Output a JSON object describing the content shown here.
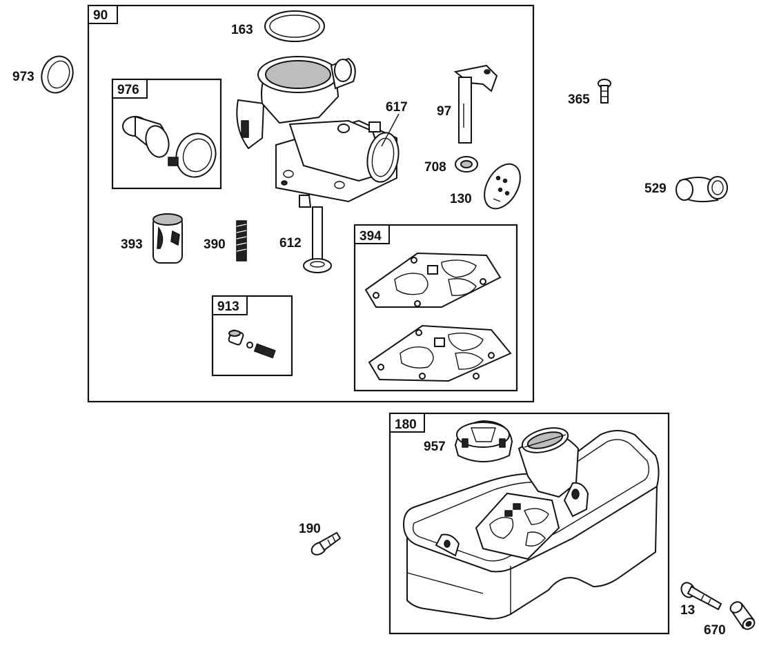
{
  "labels": {
    "p90": "90",
    "p163": "163",
    "p973": "973",
    "p976": "976",
    "p617": "617",
    "p97": "97",
    "p365": "365",
    "p708": "708",
    "p130": "130",
    "p529": "529",
    "p393": "393",
    "p390": "390",
    "p612": "612",
    "p394": "394",
    "p913": "913",
    "p180": "180",
    "p957": "957",
    "p190": "190",
    "p13": "13",
    "p670": "670"
  }
}
